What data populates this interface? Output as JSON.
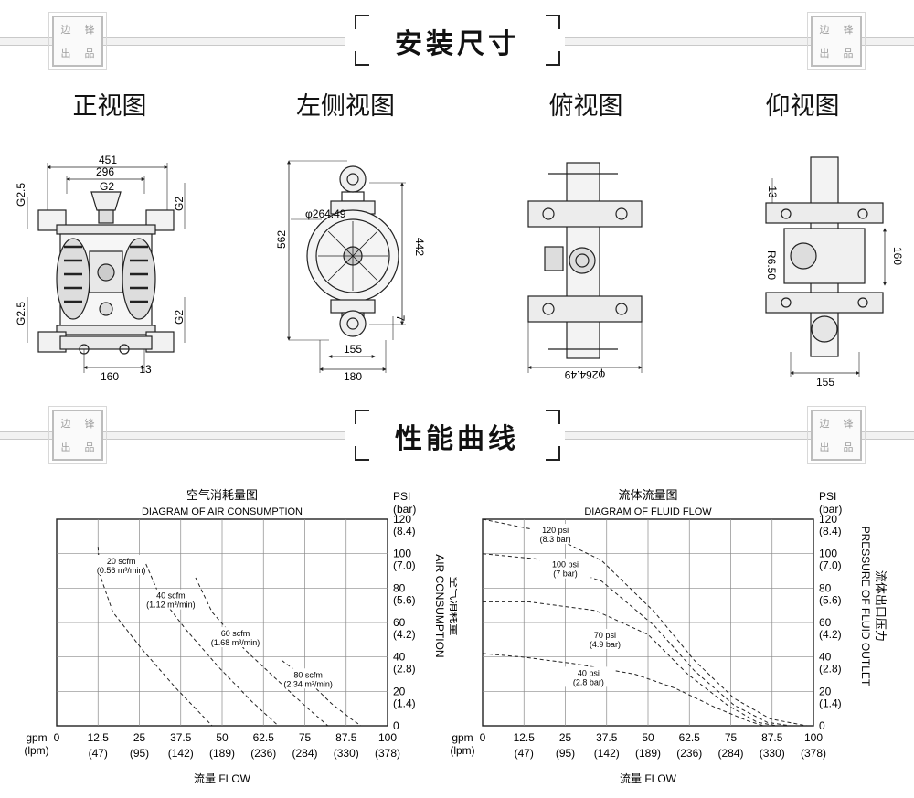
{
  "sections": {
    "install": "安装尺寸",
    "curve": "性能曲线"
  },
  "seal_chars": [
    "边",
    "锋",
    "出",
    "品"
  ],
  "views": {
    "front": "正视图",
    "left": "左侧视图",
    "top": "俯视图",
    "bottom": "仰视图"
  },
  "dims": {
    "front": {
      "w451": "451",
      "w296": "296",
      "g2_top": "G2",
      "g25_left_top": "G2.5",
      "g2_right_top": "G2",
      "g25_left_bot": "G2.5",
      "g2_right_bot": "G2",
      "w160": "160",
      "w13": "13"
    },
    "left": {
      "d": "φ264.49",
      "h562": "562",
      "h442": "442",
      "v7": "7",
      "w155": "155",
      "w180": "180"
    },
    "top": {
      "d": "φ264.49"
    },
    "bottom": {
      "v13": "13",
      "r": "R6.50",
      "h160": "160",
      "w155": "155"
    }
  },
  "chart_data": [
    {
      "type": "line",
      "title": "空气消耗量图",
      "subtitle": "DIAGRAM OF AIR CONSUMPTION",
      "xlabel": "流量    FLOW",
      "x_unit_top": "gpm",
      "x_unit_bottom": "(lpm)",
      "x_ticks_gpm": [
        "0",
        "12.5",
        "25",
        "37.5",
        "50",
        "62.5",
        "75",
        "87.5",
        "100"
      ],
      "x_ticks_lpm": [
        "",
        "(47)",
        "(95)",
        "(142)",
        "(189)",
        "(236)",
        "(284)",
        "(330)",
        "(378)"
      ],
      "xlim": [
        0,
        100
      ],
      "y_unit_top": "PSI",
      "y_unit_bottom": "(bar)",
      "y_ticks_psi": [
        "120",
        "100",
        "80",
        "60",
        "40",
        "20",
        "0"
      ],
      "y_ticks_bar": [
        "(8.4)",
        "(7.0)",
        "(5.6)",
        "(4.2)",
        "(2.8)",
        "(1.4)",
        ""
      ],
      "ylim": [
        0,
        120
      ],
      "right_label_cn": "空气消耗量",
      "right_label_en": "AIR CONSUMPTION",
      "grid": true,
      "series": [
        {
          "name": "20 scfm",
          "sub": "(0.56 m³/min)",
          "points": [
            [
              12.5,
              104
            ],
            [
              13,
              88
            ],
            [
              17,
              66
            ],
            [
              26,
              44
            ],
            [
              36,
              22
            ],
            [
              47,
              0
            ]
          ],
          "label_at": [
            19.5,
            94
          ]
        },
        {
          "name": "40 scfm",
          "sub": "(1.12 m³/min)",
          "points": [
            [
              27,
              94
            ],
            [
              31,
              76
            ],
            [
              39,
              56
            ],
            [
              49,
              34
            ],
            [
              59,
              14
            ],
            [
              67,
              0
            ]
          ],
          "label_at": [
            34.5,
            74
          ]
        },
        {
          "name": "60 scfm",
          "sub": "(1.68 m³/min)",
          "points": [
            [
              42,
              86
            ],
            [
              47,
              66
            ],
            [
              57,
              44
            ],
            [
              67,
              26
            ],
            [
              76,
              10
            ],
            [
              82,
              0
            ]
          ],
          "label_at": [
            54,
            52
          ]
        },
        {
          "name": "80 scfm",
          "sub": "(2.34 m³/min)",
          "points": [
            [
              68,
              38
            ],
            [
              75,
              28
            ],
            [
              83,
              13
            ],
            [
              89,
              4
            ],
            [
              92,
              0
            ]
          ],
          "label_at": [
            76,
            28
          ]
        }
      ]
    },
    {
      "type": "line",
      "title": "流体流量图",
      "subtitle": "DIAGRAM OF FLUID FLOW",
      "xlabel": "流量    FLOW",
      "x_unit_top": "gpm",
      "x_unit_bottom": "(lpm)",
      "x_ticks_gpm": [
        "0",
        "12.5",
        "25",
        "37.5",
        "50",
        "62.5",
        "75",
        "87.5",
        "100"
      ],
      "x_ticks_lpm": [
        "",
        "(47)",
        "(95)",
        "(142)",
        "(189)",
        "(236)",
        "(284)",
        "(330)",
        "(378)"
      ],
      "xlim": [
        0,
        100
      ],
      "y_unit_top": "PSI",
      "y_unit_bottom": "(bar)",
      "y_ticks_psi": [
        "120",
        "100",
        "80",
        "60",
        "40",
        "20",
        "0"
      ],
      "y_ticks_bar": [
        "(8.4)",
        "(7.0)",
        "(5.6)",
        "(4.2)",
        "(2.8)",
        "(1.4)",
        ""
      ],
      "ylim": [
        0,
        120
      ],
      "right_label_cn": "流体出口压力",
      "right_label_en": "PRESSURE OF FLUID OUTLET",
      "grid": true,
      "series": [
        {
          "name": "120 psi",
          "sub": "(8.3 bar)",
          "points": [
            [
              0,
              120
            ],
            [
              18,
              113
            ],
            [
              36,
              96
            ],
            [
              52,
              66
            ],
            [
              64,
              38
            ],
            [
              76,
              16
            ],
            [
              87,
              4
            ],
            [
              98,
              0
            ]
          ],
          "label_at": [
            22,
            112
          ]
        },
        {
          "name": "100 psi",
          "sub": "(7 bar)",
          "points": [
            [
              0,
              100
            ],
            [
              16,
              97
            ],
            [
              36,
              84
            ],
            [
              52,
              58
            ],
            [
              64,
              32
            ],
            [
              76,
              12
            ],
            [
              86,
              2
            ],
            [
              93,
              0
            ]
          ],
          "label_at": [
            25,
            92
          ]
        },
        {
          "name": "70 psi",
          "sub": "(4.9 bar)",
          "points": [
            [
              0,
              72
            ],
            [
              14,
              72
            ],
            [
              34,
              67
            ],
            [
              50,
              53
            ],
            [
              62,
              30
            ],
            [
              74,
              12
            ],
            [
              83,
              2
            ],
            [
              89,
              0
            ]
          ],
          "label_at": [
            37,
            51
          ]
        },
        {
          "name": "40 psi",
          "sub": "(2.8 bar)",
          "points": [
            [
              0,
              42
            ],
            [
              12,
              40
            ],
            [
              28,
              36
            ],
            [
              46,
              30
            ],
            [
              58,
              22
            ],
            [
              70,
              11
            ],
            [
              80,
              3
            ],
            [
              85,
              0
            ]
          ],
          "label_at": [
            32,
            29
          ]
        }
      ]
    }
  ]
}
